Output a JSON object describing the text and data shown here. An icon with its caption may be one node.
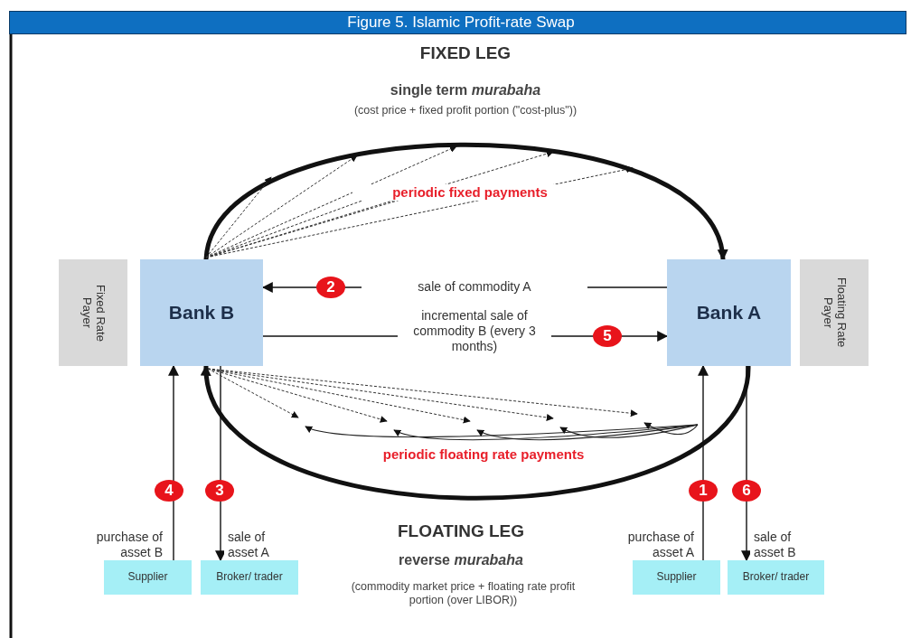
{
  "diagram": {
    "title": "Figure 5. Islamic Profit-rate Swap",
    "nodes": [
      {
        "text": [
          "Fixed Rate Payer"
        ]
      },
      {
        "text": [
          "Bank B"
        ]
      },
      {
        "text": [
          "Bank A"
        ]
      },
      {
        "text": [
          "Floating Rate Payer"
        ]
      },
      {
        "text": [
          "Supplier"
        ]
      },
      {
        "text": [
          "Broker/ trader"
        ]
      },
      {
        "text": [
          "Supplier"
        ]
      },
      {
        "text": [
          "Broker/ trader"
        ]
      }
    ],
    "edges": [
      {
        "from": 1,
        "to": 2,
        "arrow": "to",
        "style": "thick"
      },
      {
        "from": 2,
        "to": 1,
        "arrow": "to",
        "label": "sale of commodity A"
      },
      {
        "from": 1,
        "to": 2,
        "arrow": "to",
        "label": "incremental sale of commodity B (every 3 months)"
      },
      {
        "from": 2,
        "to": 1,
        "arrow": "to",
        "style": "thick"
      },
      {
        "from": 4,
        "to": 1,
        "arrow": "to",
        "label": "purchase of asset B"
      },
      {
        "from": 1,
        "to": 5,
        "arrow": "to",
        "label": "sale of asset A"
      },
      {
        "from": 6,
        "to": 2,
        "arrow": "to",
        "label": "purchase of asset A"
      },
      {
        "from": 2,
        "to": 7,
        "arrow": "to",
        "label": "sale of asset B"
      }
    ],
    "labels": [
      "FIXED LEG",
      "single term *murabaha*",
      "(cost price + fixed profit portion (\"cost-plus\"))",
      "periodic fixed payments",
      "2",
      "5",
      "periodic floating rate payments",
      "4",
      "3",
      "1",
      "6",
      "FLOATING LEG",
      "reverse *murabaha*",
      "(commodity market price + floating rate profit portion (over LIBOR))"
    ]
  }
}
